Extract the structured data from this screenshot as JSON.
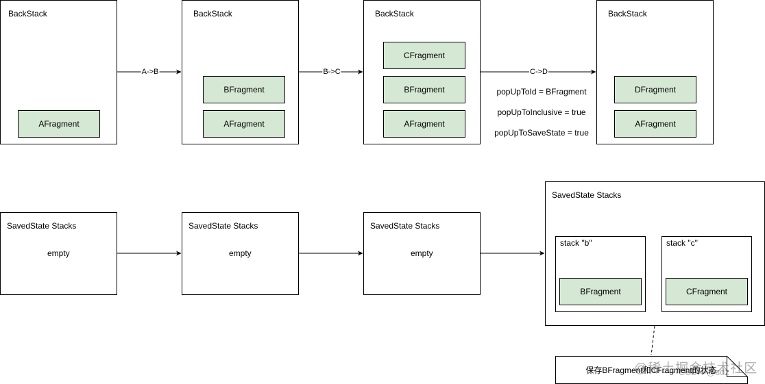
{
  "backstacks": [
    {
      "title": "BackStack",
      "fragments": [
        "AFragment"
      ]
    },
    {
      "title": "BackStack",
      "fragments": [
        "BFragment",
        "AFragment"
      ]
    },
    {
      "title": "BackStack",
      "fragments": [
        "CFragment",
        "BFragment",
        "AFragment"
      ]
    },
    {
      "title": "BackStack",
      "fragments": [
        "DFragment",
        "AFragment"
      ]
    }
  ],
  "transitions": [
    "A->B",
    "B->C",
    "C->D"
  ],
  "navigate_options": [
    "popUpToId = BFragment",
    "popUpToInclusive = true",
    "popUpToSaveState = true"
  ],
  "saved_states": [
    {
      "title": "SavedState Stacks",
      "content": "empty"
    },
    {
      "title": "SavedState Stacks",
      "content": "empty"
    },
    {
      "title": "SavedState Stacks",
      "content": "empty"
    }
  ],
  "saved_state_final": {
    "title": "SavedState Stacks",
    "stacks": [
      {
        "label": "stack \"b\"",
        "fragment": "BFragment"
      },
      {
        "label": "stack \"c\"",
        "fragment": "CFragment"
      }
    ]
  },
  "note": "保存BFragment和CFragment的状态",
  "watermark": {
    "line1": "@稀土掘金技术社区",
    "line2": "CSDN @sdz"
  }
}
